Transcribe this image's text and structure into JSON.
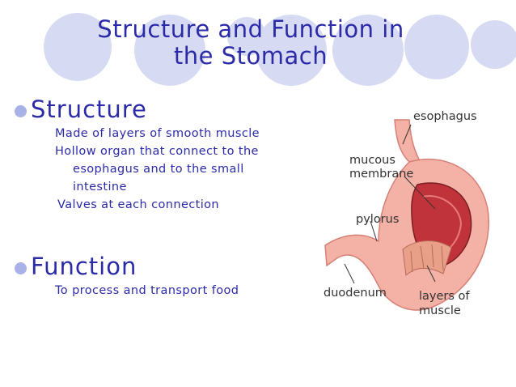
{
  "slide": {
    "title_line1": "Structure and Function in",
    "title_line2": "the Stomach",
    "structure": {
      "heading": "Structure",
      "lines": [
        "Made of layers of smooth muscle",
        "Hollow organ that connect to the",
        "esophagus and to the small",
        "intestine",
        "Valves at each connection"
      ]
    },
    "function": {
      "heading": "Function",
      "lines": [
        "To process and transport food"
      ]
    },
    "diagram": {
      "labels": {
        "esophagus": "esophagus",
        "mucous_1": "mucous",
        "mucous_2": "membrane",
        "pylorus": "pylorus",
        "duodenum": "duodenum",
        "layers_1": "layers of",
        "layers_2": "muscle"
      }
    }
  },
  "colors": {
    "text_blue": "#2b2ba8",
    "circle_fill": "#c9cdef",
    "stomach_outer": "#f3b2a5",
    "stomach_inner": "#c1333a"
  }
}
